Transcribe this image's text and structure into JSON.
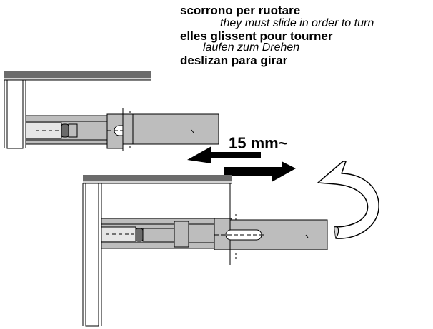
{
  "captions": {
    "it": "scorrono per ruotare",
    "en": "they must slide in order to turn",
    "fr": "elles glissent pour tourner",
    "de": "laufen zum Drehen",
    "es": "deslizan para girar"
  },
  "measure": {
    "label": "15 mm~"
  },
  "colors": {
    "panel_gray": "#bdbdbd",
    "line": "#000000",
    "edge_gray": "#d3d3d3",
    "dark_gray": "#6b6b6b"
  }
}
